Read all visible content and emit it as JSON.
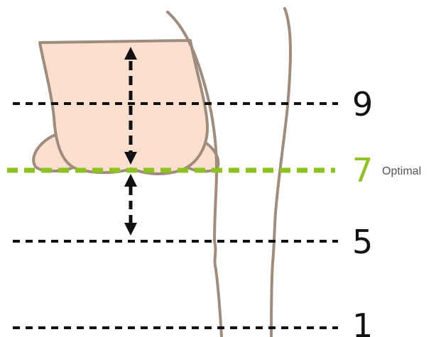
{
  "levels": {
    "level_9": {
      "label": "9"
    },
    "level_7": {
      "label": "7",
      "note": "Optimal"
    },
    "level_5": {
      "label": "5"
    },
    "level_1": {
      "label": "1"
    }
  },
  "colors": {
    "optimal": "#8dc21f",
    "level_line": "#111111",
    "arrow": "#111111",
    "udder_fill": "#fce0cf",
    "outline": "#a08c7c"
  }
}
